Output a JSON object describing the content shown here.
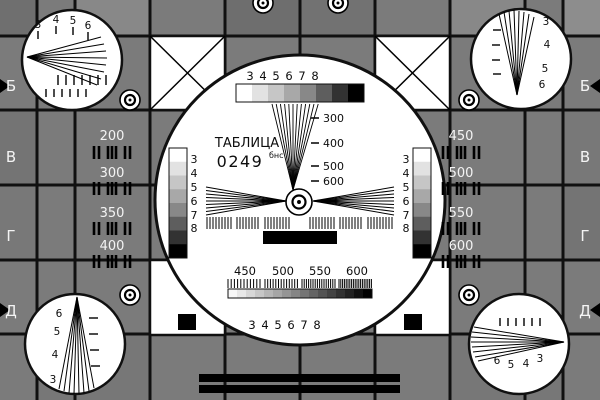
{
  "card": {
    "title_line1": "ТАБЛИЦА",
    "title_number": "0249",
    "title_superscript": "бнс"
  },
  "row_letters_left": [
    "Б",
    "В",
    "Г",
    "Д"
  ],
  "row_letters_right": [
    "Б",
    "В",
    "Г",
    "Д"
  ],
  "side_resolution_left": [
    "200",
    "300",
    "350",
    "400"
  ],
  "side_resolution_right": [
    "450",
    "500",
    "550",
    "600"
  ],
  "center_top_digits": [
    "3",
    "4",
    "5",
    "6",
    "7",
    "8"
  ],
  "center_bottom_digits": [
    "3",
    "4",
    "5",
    "6",
    "7",
    "8"
  ],
  "center_left_step_digits": [
    "3",
    "4",
    "5",
    "6",
    "7",
    "8"
  ],
  "center_right_step_digits": [
    "3",
    "4",
    "5",
    "6",
    "7",
    "8"
  ],
  "vertical_wedge_labels": [
    "300",
    "400",
    "500",
    "600"
  ],
  "burst_labels": [
    "450",
    "500",
    "550",
    "600"
  ],
  "corner_top_left_digits": [
    "3",
    "4",
    "5",
    "6"
  ],
  "corner_top_right_digits": [
    "3",
    "4",
    "5",
    "6"
  ],
  "corner_bottom_left_digits": [
    "6",
    "5",
    "4",
    "3"
  ],
  "corner_bottom_right_digits": [
    "6",
    "5",
    "4",
    "3"
  ],
  "colors": {
    "field_gray": "#7b7b7b",
    "card_white": "#ffffff",
    "line_black": "#101010"
  }
}
